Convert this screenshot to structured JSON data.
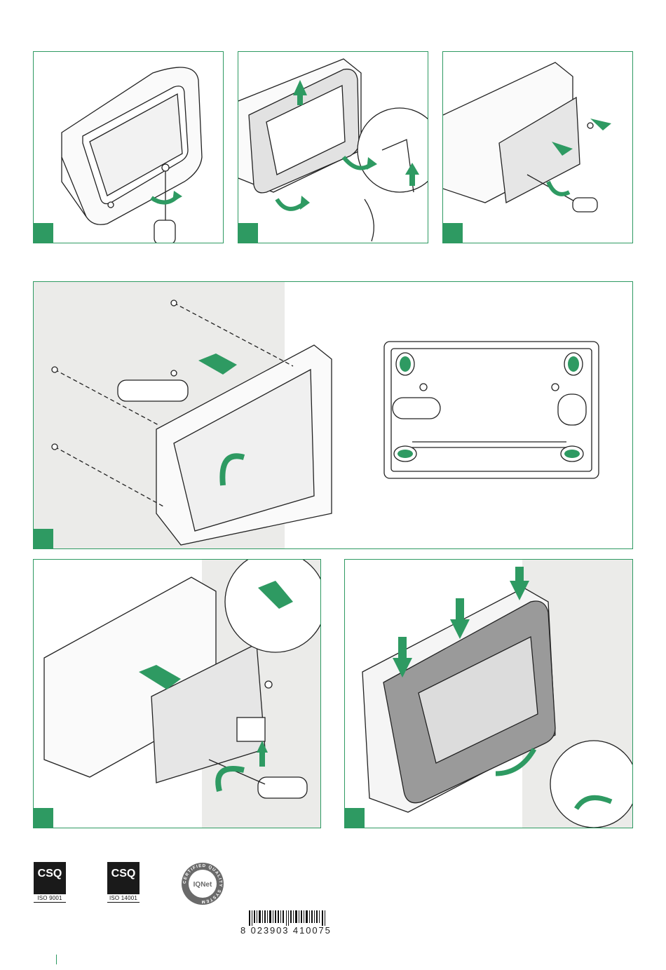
{
  "colors": {
    "accent": "#2e9a62",
    "frame": "#2e9a62",
    "shade": "#e8e8e6"
  },
  "steps": [
    {
      "name": "step-1",
      "illustration": "unscrew-front-screw"
    },
    {
      "name": "step-2",
      "illustration": "lift-cover-with-screwdriver"
    },
    {
      "name": "step-3",
      "illustration": "remove-circuit-board"
    },
    {
      "name": "step-4",
      "illustration": "wall-mount-base-with-plugs"
    },
    {
      "name": "step-5",
      "illustration": "refit-circuit-board"
    },
    {
      "name": "step-6",
      "illustration": "snap-cover-and-tighten"
    }
  ],
  "certifications": [
    {
      "logo": "CSQ",
      "standard": "ISO 9001"
    },
    {
      "logo": "CSQ",
      "standard": "ISO 14001"
    },
    {
      "logo": "IQNet",
      "ring_text": "CERTIFIED QUALITY SYSTEM"
    }
  ],
  "barcode": {
    "digits": "8 023903 410075"
  }
}
